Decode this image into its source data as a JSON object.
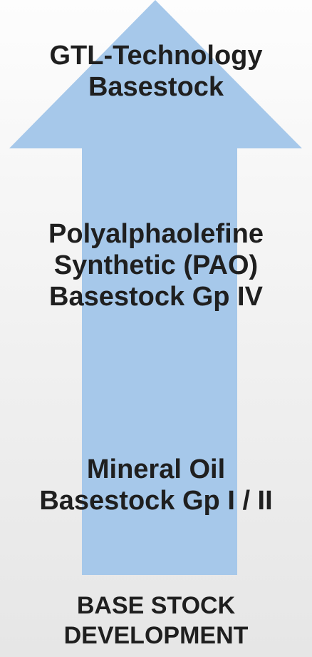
{
  "arrow": {
    "color": "#a6c8ea"
  },
  "tiers": [
    {
      "lines": [
        "GTL-Technology",
        "Basestock"
      ]
    },
    {
      "lines": [
        "Polyalphaolefine",
        "Synthetic (PAO)",
        "Basestock Gp IV"
      ]
    },
    {
      "lines": [
        "Mineral Oil",
        "Basestock Gp I / II"
      ]
    }
  ],
  "caption": {
    "lines": [
      "BASE STOCK",
      "DEVELOPMENT"
    ]
  }
}
